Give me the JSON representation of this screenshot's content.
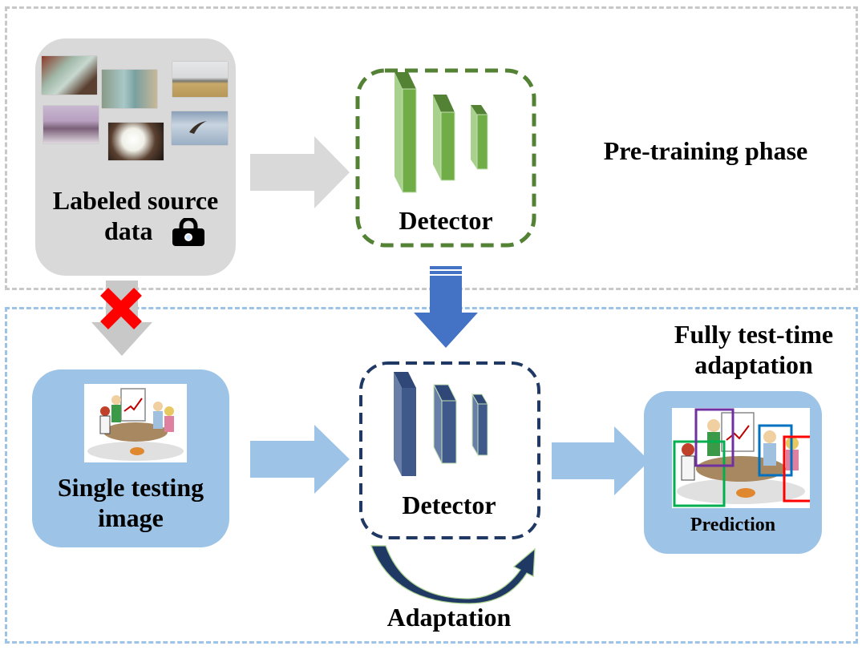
{
  "top_phase": {
    "label": "Pre-training phase",
    "source": {
      "label_line1": "Labeled source",
      "label_line2": "data",
      "lock_icon": "lock-icon",
      "thumbnails": [
        "succulent-plant",
        "glass-jars",
        "fighter-jet",
        "living-room-sofa",
        "white-cockatoo",
        "flying-bird"
      ]
    },
    "detector": {
      "label": "Detector",
      "color": "#70a050",
      "border_color": "#548235"
    }
  },
  "bottom_phase": {
    "label_line1": "Fully test-time",
    "label_line2": "adaptation",
    "test_image": {
      "label_line1": "Single testing",
      "label_line2": "image",
      "scene": "team-meeting-cartoon"
    },
    "detector": {
      "label": "Detector",
      "color": "#3f5a8a",
      "border_color": "#1f3864"
    },
    "adaptation_label": "Adaptation",
    "prediction": {
      "label": "Prediction",
      "boxes": [
        {
          "name": "person-left",
          "color": "#00b050"
        },
        {
          "name": "person-presenter",
          "color": "#7030a0"
        },
        {
          "name": "person-right",
          "color": "#0070c0"
        },
        {
          "name": "person-far-right",
          "color": "#ff0000"
        }
      ]
    }
  },
  "arrows": {
    "source_to_detector": "arrow-right-gray",
    "source_to_test_blocked": "arrow-down-gray-crossed",
    "pretrained_to_adapt": "arrow-down-blue",
    "test_to_detector": "arrow-right-lightblue",
    "detector_to_prediction": "arrow-right-lightblue",
    "adaptation_loop": "curved-arrow"
  },
  "colors": {
    "top_border": "#c8c8c8",
    "bottom_border": "#9dc3e6",
    "blocked_cross": "#ff0000"
  }
}
